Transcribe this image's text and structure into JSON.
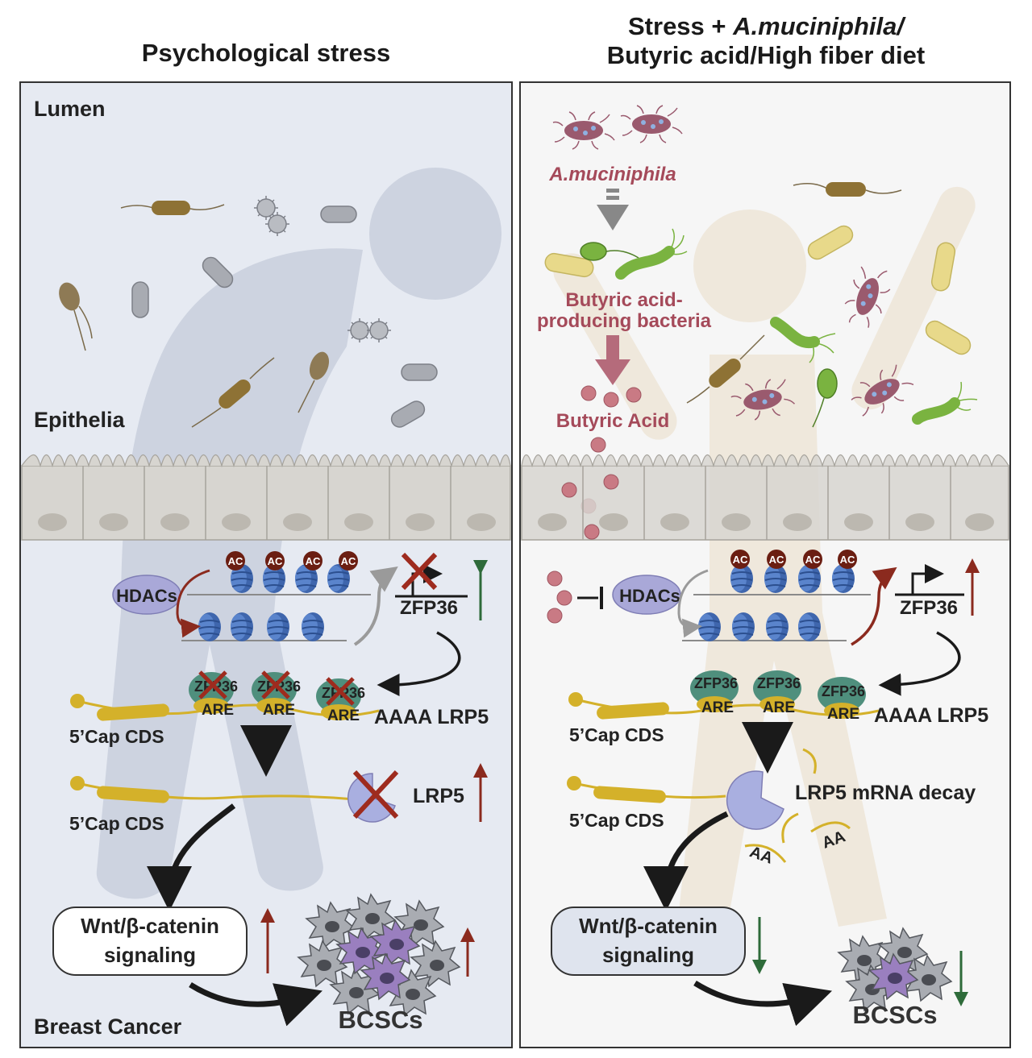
{
  "left": {
    "title": "Psychological stress",
    "lumen": "Lumen",
    "epithelia": "Epithelia",
    "breast_cancer": "Breast Cancer",
    "hdacs": "HDACs",
    "ac": "AC",
    "zfp36": "ZFP36",
    "are": "ARE",
    "aaaa_lrp5": "AAAA LRP5",
    "cap_cds": "5’Cap CDS",
    "lrp5": "LRP5",
    "wnt_line1": "Wnt/β-catenin",
    "wnt_line2": "signaling",
    "bcscs": "BCSCs"
  },
  "right": {
    "title_part1": "Stress + ",
    "title_italic": "A.muciniphila/",
    "title_line2": "Butyric acid/High fiber diet",
    "akk": "A.muciniphila",
    "butyric_bacteria_line1": "Butyric acid-",
    "butyric_bacteria_line2": "producing bacteria",
    "butyric_acid": "Butyric Acid",
    "hdacs": "HDACs",
    "ac": "AC",
    "zfp36": "ZFP36",
    "are": "ARE",
    "aaaa_lrp5": "AAAA LRP5",
    "cap_cds": "5’Cap CDS",
    "decay": "LRP5 mRNA decay",
    "aa": "AA",
    "wnt_line1": "Wnt/β-catenin",
    "wnt_line2": "signaling",
    "bcscs": "BCSCs"
  },
  "colors": {
    "left_bg": "#e6eaf2",
    "right_bg": "#f6f6f6",
    "up_arrow": "#8b2a1e",
    "down_arrow": "#2e6b3a",
    "nucleosome": "#4a72b8",
    "acetyl": "#6b1e12",
    "zfp36": "#4f8f7d",
    "mrna": "#d4b12a",
    "pacman": "#a9afe0",
    "butyrate": "#c97a84",
    "akk_text": "#a54a5a"
  }
}
